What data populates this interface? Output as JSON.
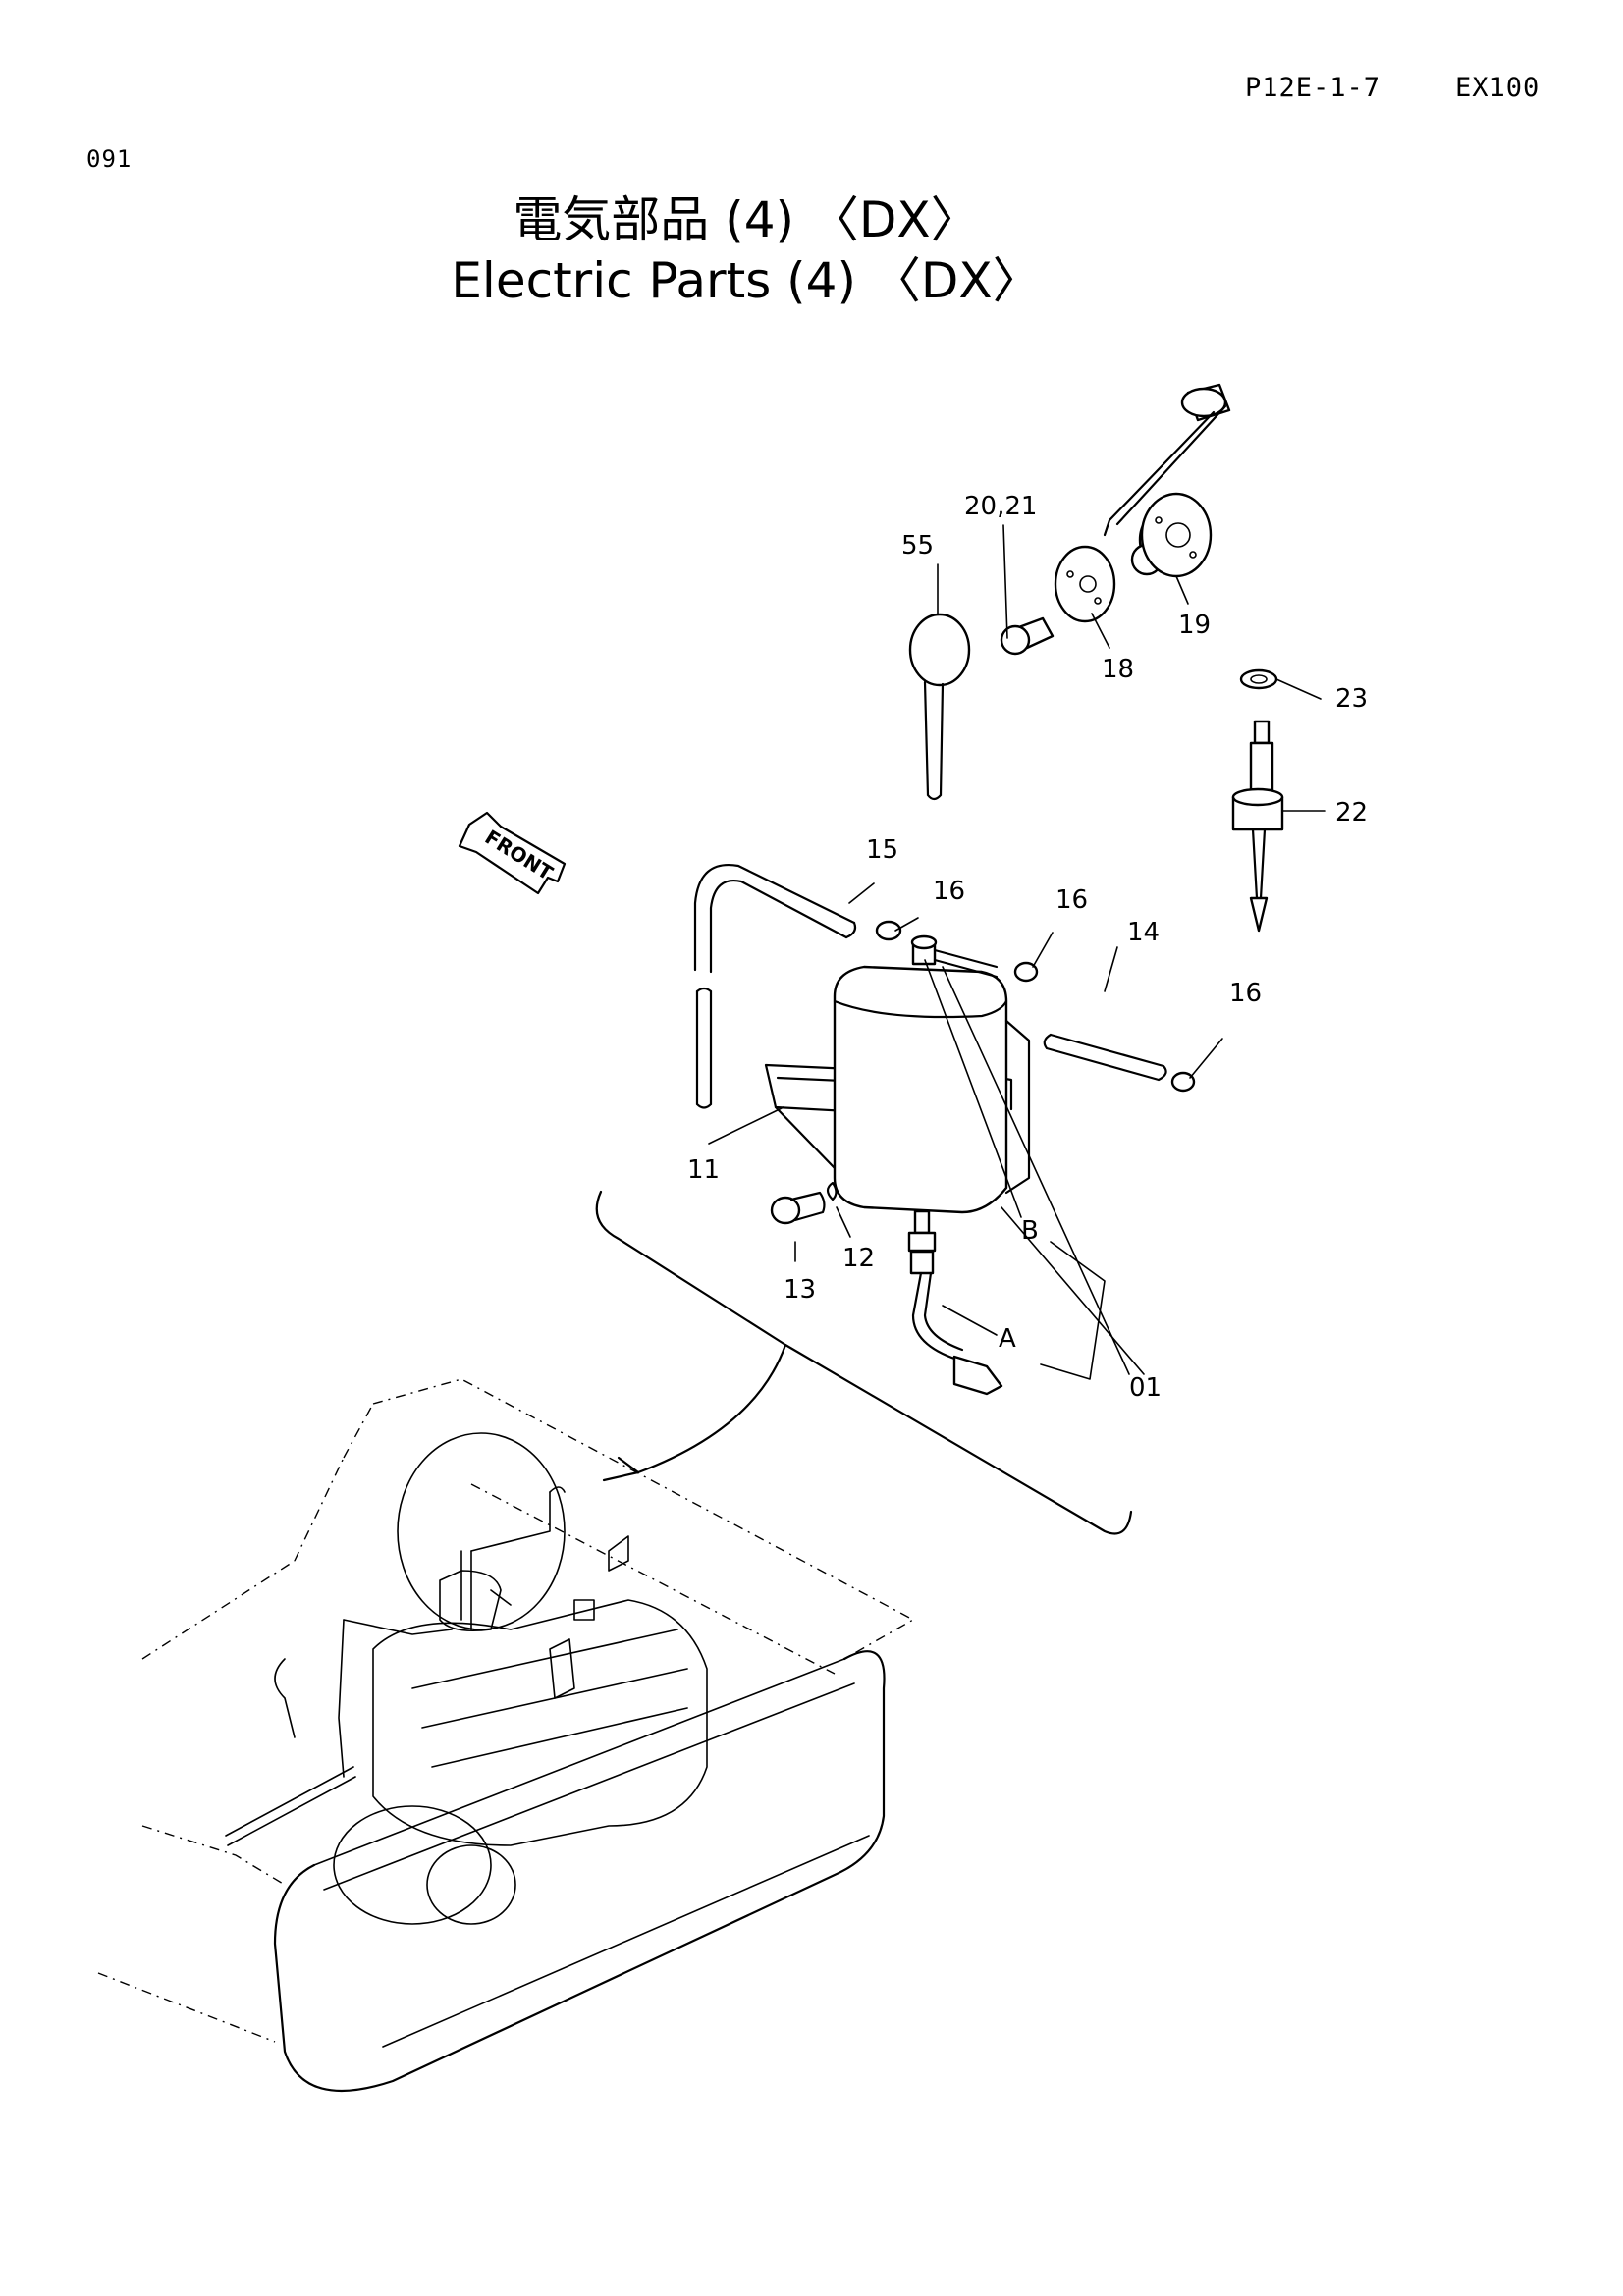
{
  "header": {
    "page_code": "P12E-1-7",
    "model": "EX100",
    "page_number": "091"
  },
  "title": {
    "japanese": "電気部品 (4) 〈DX〉",
    "english": "Electric Parts (4) 〈DX〉"
  },
  "direction_marker": "FRONT",
  "callouts": {
    "c20_21": "20,21",
    "c55": "55",
    "c18": "18",
    "c19": "19",
    "c23": "23",
    "c22": "22",
    "c15": "15",
    "c16a": "16",
    "c16b": "16",
    "c14": "14",
    "c16c": "16",
    "c11": "11",
    "c13": "13",
    "c12": "12",
    "cB": "B",
    "cA": "A",
    "c01": "01"
  }
}
